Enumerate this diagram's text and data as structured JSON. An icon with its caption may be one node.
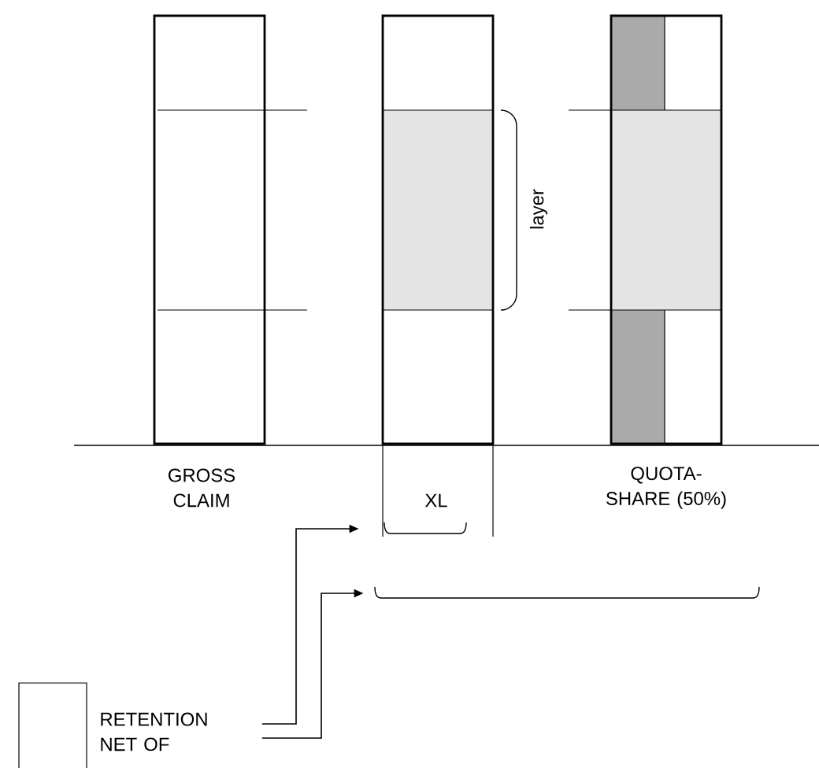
{
  "diagram": {
    "nodes": [
      {
        "text": [
          "RETENTION NET OF"
        ]
      },
      {
        "text": [],
        "shape": "bracket",
        "beside": [
          "XL"
        ]
      },
      {
        "text": [],
        "shape": "bracket"
      }
    ],
    "edges": [
      {
        "from": 0,
        "to": 1,
        "arrow": "to"
      },
      {
        "from": 0,
        "to": 2,
        "arrow": "to"
      }
    ],
    "labels": [
      "layer",
      "GROSS CLAIM",
      "QUOTA-SHARE (50%)"
    ]
  }
}
